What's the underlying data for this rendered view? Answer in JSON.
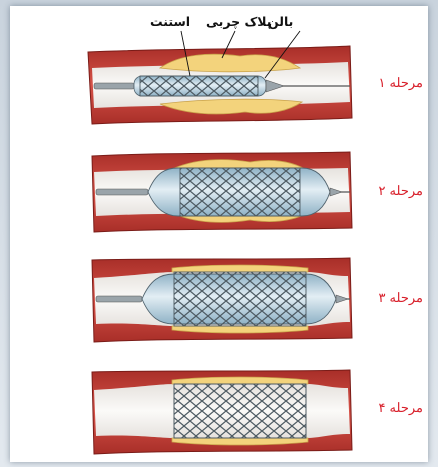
{
  "labels": {
    "balloon": "بالن",
    "plaque": "پلاک چربی",
    "stent": "استنت"
  },
  "stages": [
    {
      "label": "مرحله ۱"
    },
    {
      "label": "مرحله ۲"
    },
    {
      "label": "مرحله ۳"
    },
    {
      "label": "مرحله ۴"
    }
  ],
  "colors": {
    "artery_wall": "#c8423a",
    "lumen": "#f2f0ee",
    "plaque": "#f3d37c",
    "balloon": "#b9d1de",
    "stent_mesh": "#4d5a62",
    "label_red": "#d8202b"
  }
}
